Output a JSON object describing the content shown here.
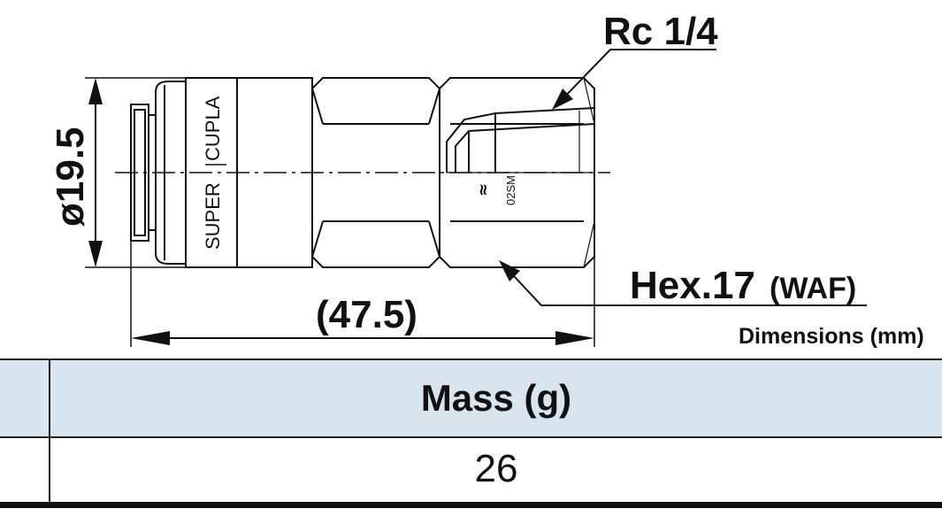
{
  "dimensions": {
    "diameter_label": "ø19.5",
    "length_label": "(47.5)",
    "thread_label": "Rc 1/4",
    "hex_label": "Hex.17",
    "hex_suffix": "(WAF)",
    "units_note": "Dimensions (mm)"
  },
  "part_markings": {
    "brand_text_left": "SUPER",
    "brand_text_right": "CUPLA",
    "model_code": "02SM"
  },
  "table": {
    "header": "Mass (g)",
    "value": "26"
  }
}
